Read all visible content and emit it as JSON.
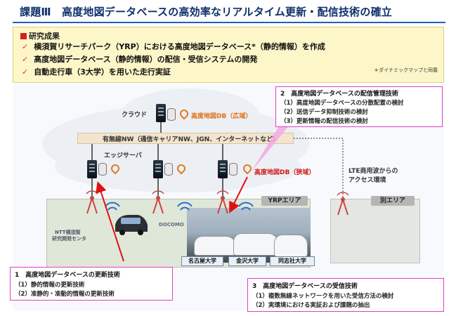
{
  "title": "課題Ⅲ　高度地図データベースの高効率なリアルタイム更新・配信技術の確立",
  "results": {
    "heading": "研究成果",
    "items": [
      "横須賀リサーチパーク（YRP）における高度地図データベース*（静的情報）を作成",
      "高度地図データベース（静的情報）の配信・受信システムの開発",
      "自動走行車（3大学）を用いた走行実証"
    ],
    "note": "＊ダイナミックマップと同義"
  },
  "diagram": {
    "cloud_label": "クラウド",
    "db_wide_label": "高度地図DB（広域）",
    "network_label": "有無線NW（通信キャリアNW、JGN、インターネットなど）",
    "edge_label": "エッジサーバ",
    "db_narrow_label": "高度地図DB（狭域）",
    "lte_label_line1": "LTE商用波からの",
    "lte_label_line2": "アクセス環境",
    "yrp_area": "YRPエリア",
    "other_area": "別エリア",
    "map_text_1": "NTT横須賀",
    "map_text_2": "研究開発センタ",
    "map_text_3": "DOCOMO",
    "universities": [
      "名古屋大学",
      "金沢大学",
      "同志社大学"
    ]
  },
  "callouts": {
    "delivery": {
      "title": "2　高度地図データベースの配信管理技術",
      "items": [
        "（1）高度地図データベースの分散配置の検討",
        "（2）送信データ抑制技術の検討",
        "（3）更新情報の配信技術の検討"
      ]
    },
    "update": {
      "title": "1　高度地図データベースの更新技術",
      "items": [
        "（1）静的情報の更新技術",
        "（2）准静的・准動的情報の更新技術"
      ]
    },
    "receive": {
      "title": "3　高度地図データベースの受信技術",
      "items": [
        "（1）複数無線ネットワークを用いた受信方法の検討",
        "（2）実環境における実証および課題の抽出"
      ]
    }
  },
  "colors": {
    "accent_magenta": "#e040c0",
    "arrow_red": "#e01010",
    "title_navy": "#0f2f6b",
    "results_bg": "#fdf6c8"
  }
}
